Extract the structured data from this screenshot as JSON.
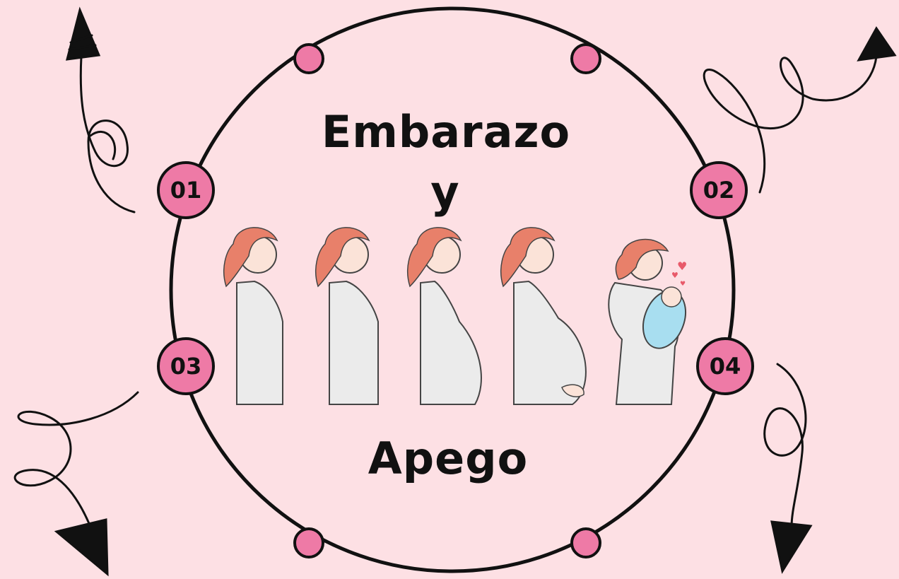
{
  "title": {
    "line1": "Embarazo",
    "line2": "y",
    "line3": "Apego"
  },
  "badges": [
    "01",
    "02",
    "03",
    "04"
  ],
  "colors": {
    "background": "#fde0e4",
    "accent_pink": "#ee7aa6",
    "ink": "#111111",
    "hair": "#e8806a",
    "dress": "#ebebeb",
    "baby_blanket": "#a8def0"
  },
  "illustration": {
    "figures": [
      "pregnancy-stage-1",
      "pregnancy-stage-2",
      "pregnancy-stage-3",
      "pregnancy-stage-4",
      "mother-holding-baby"
    ]
  }
}
